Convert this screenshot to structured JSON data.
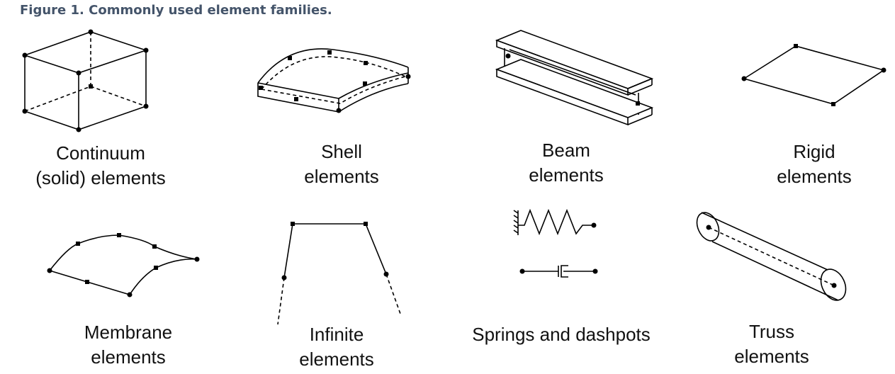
{
  "figure": {
    "caption": "Figure 1. Commonly used element families."
  },
  "elements": [
    {
      "line1": "Continuum",
      "line2": "(solid) elements"
    },
    {
      "line1": "Shell",
      "line2": "elements"
    },
    {
      "line1": "Beam",
      "line2": "elements"
    },
    {
      "line1": "Rigid",
      "line2": "elements"
    },
    {
      "line1": "Membrane",
      "line2": "elements"
    },
    {
      "line1": "Infinite",
      "line2": "elements"
    },
    {
      "line1": "Springs and dashpots",
      "line2": ""
    },
    {
      "line1": "Truss",
      "line2": "elements"
    }
  ],
  "colors": {
    "caption": "#44546a",
    "stroke": "#000000"
  }
}
